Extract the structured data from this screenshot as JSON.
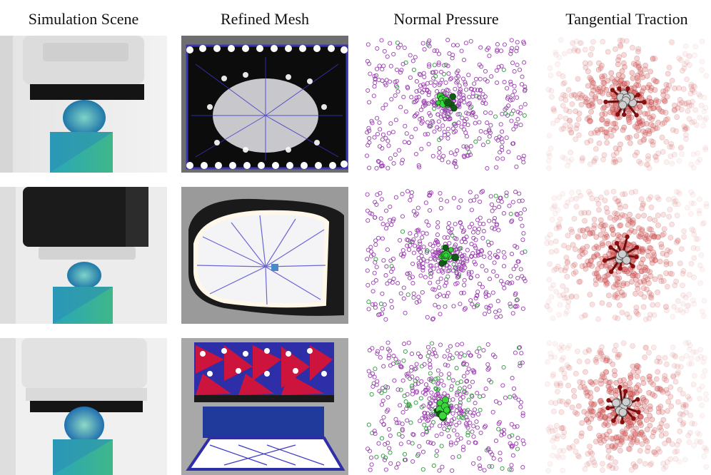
{
  "columns": [
    {
      "title": "Simulation Scene"
    },
    {
      "title": "Refined Mesh"
    },
    {
      "title": "Normal Pressure"
    },
    {
      "title": "Tangential Traction"
    }
  ]
}
